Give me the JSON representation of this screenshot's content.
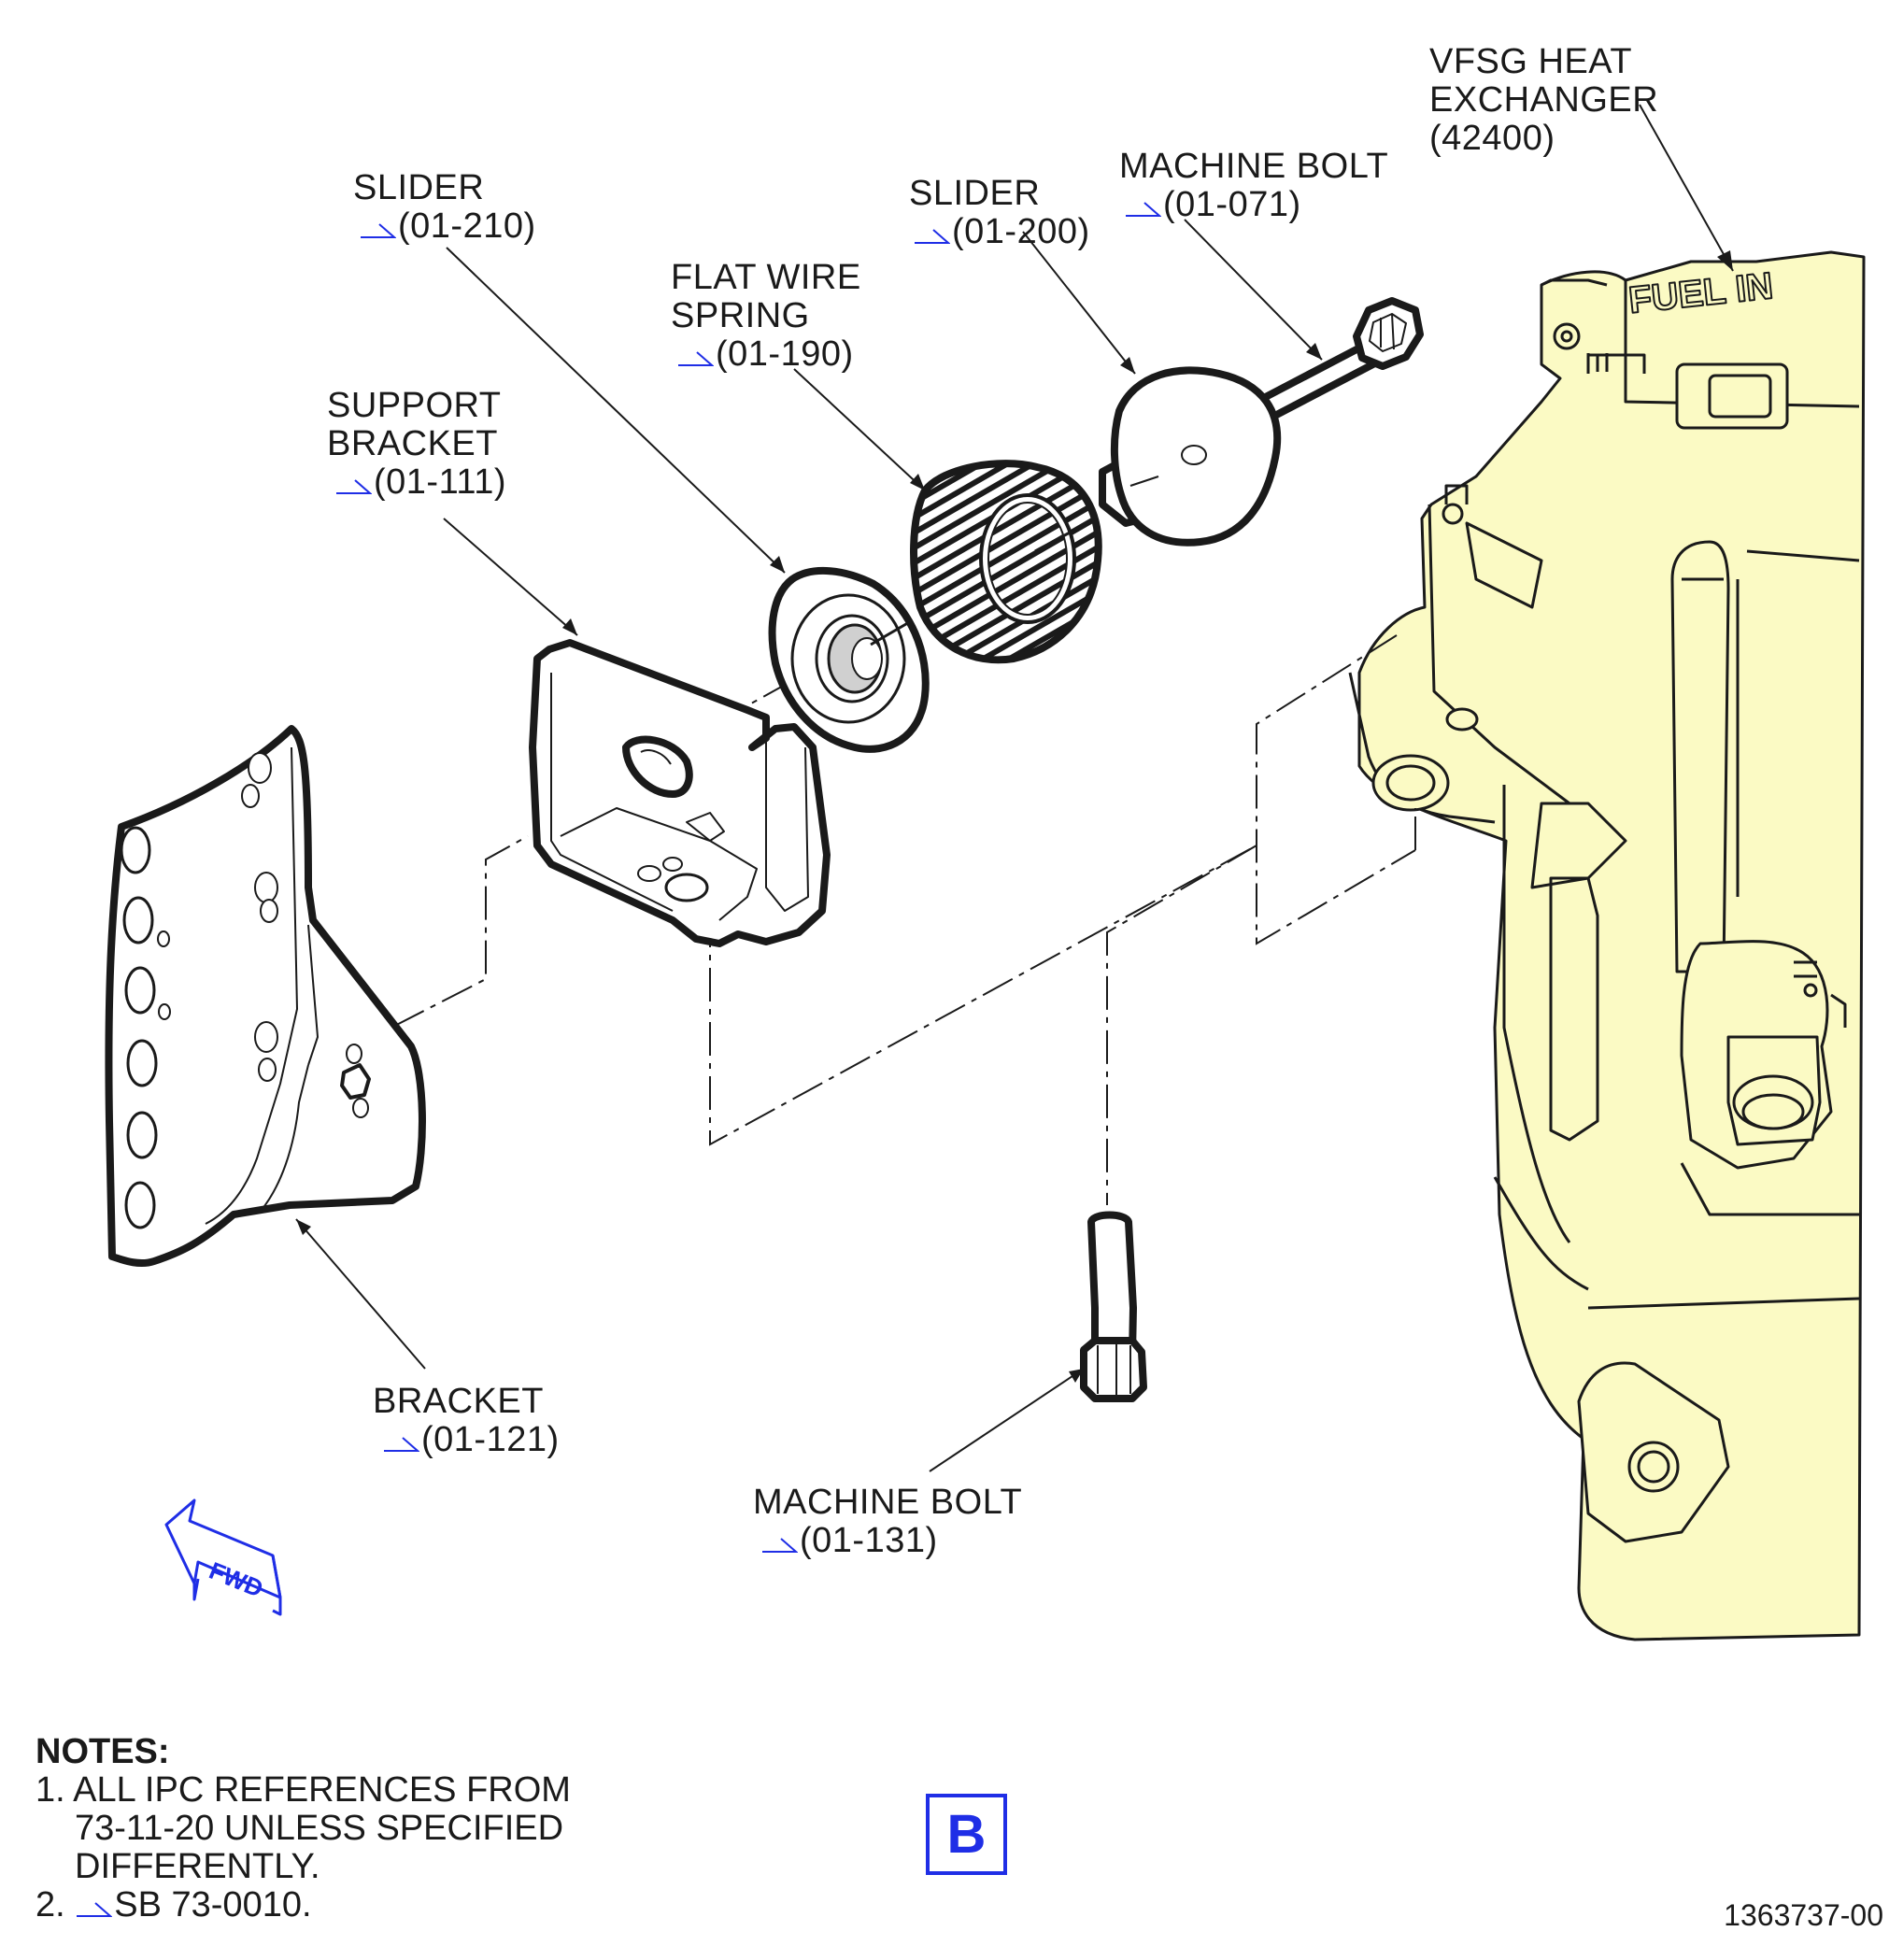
{
  "labels": {
    "vfsg": {
      "line1": "VFSG HEAT",
      "line2": "EXCHANGER",
      "ref": "(42400)"
    },
    "machine_bolt_top": {
      "name": "MACHINE BOLT",
      "ref": "(01-071)"
    },
    "slider_200": {
      "name": "SLIDER",
      "ref": "(01-200)"
    },
    "slider_210": {
      "name": "SLIDER",
      "ref": "(01-210)"
    },
    "flat_wire_spring": {
      "line1": "FLAT WIRE",
      "line2": "SPRING",
      "ref": "(01-190)"
    },
    "support_bracket": {
      "line1": "SUPPORT",
      "line2": "BRACKET",
      "ref": "(01-111)"
    },
    "bracket": {
      "name": "BRACKET",
      "ref": "(01-121)"
    },
    "machine_bolt_bottom": {
      "name": "MACHINE BOLT",
      "ref": "(01-131)"
    }
  },
  "housing_marking": "FUEL IN",
  "fwd_arrow": "FWD",
  "notes": {
    "title": "NOTES:",
    "n1_a": "1. ALL IPC REFERENCES FROM",
    "n1_b": "73-11-20 UNLESS SPECIFIED",
    "n1_c": "DIFFERENTLY.",
    "n2": "2.",
    "n2_text": "SB 73-0010."
  },
  "view_letter": "B",
  "drawing_number": "1363737-00",
  "colors": {
    "line": "#1a1a1a",
    "housing_fill": "#fbfac4",
    "effectivity_blue": "#1f2ee6"
  }
}
